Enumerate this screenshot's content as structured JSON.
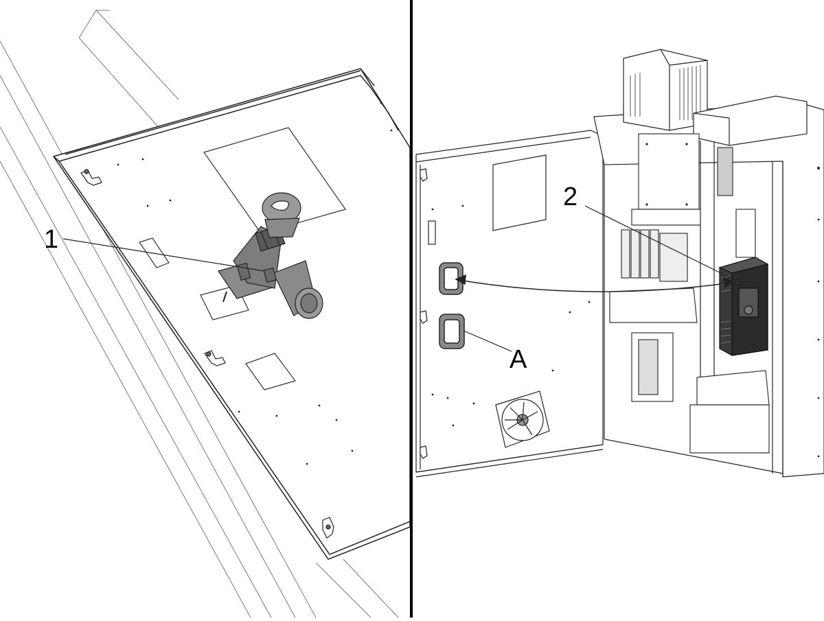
{
  "callouts": {
    "item1": "1",
    "item2": "2",
    "itemA": "A"
  },
  "colors": {
    "line": "#222222",
    "thin_line": "#555555",
    "component_fill": "#8a8a8a",
    "component_dark": "#3a3a3a",
    "background": "#ffffff"
  }
}
